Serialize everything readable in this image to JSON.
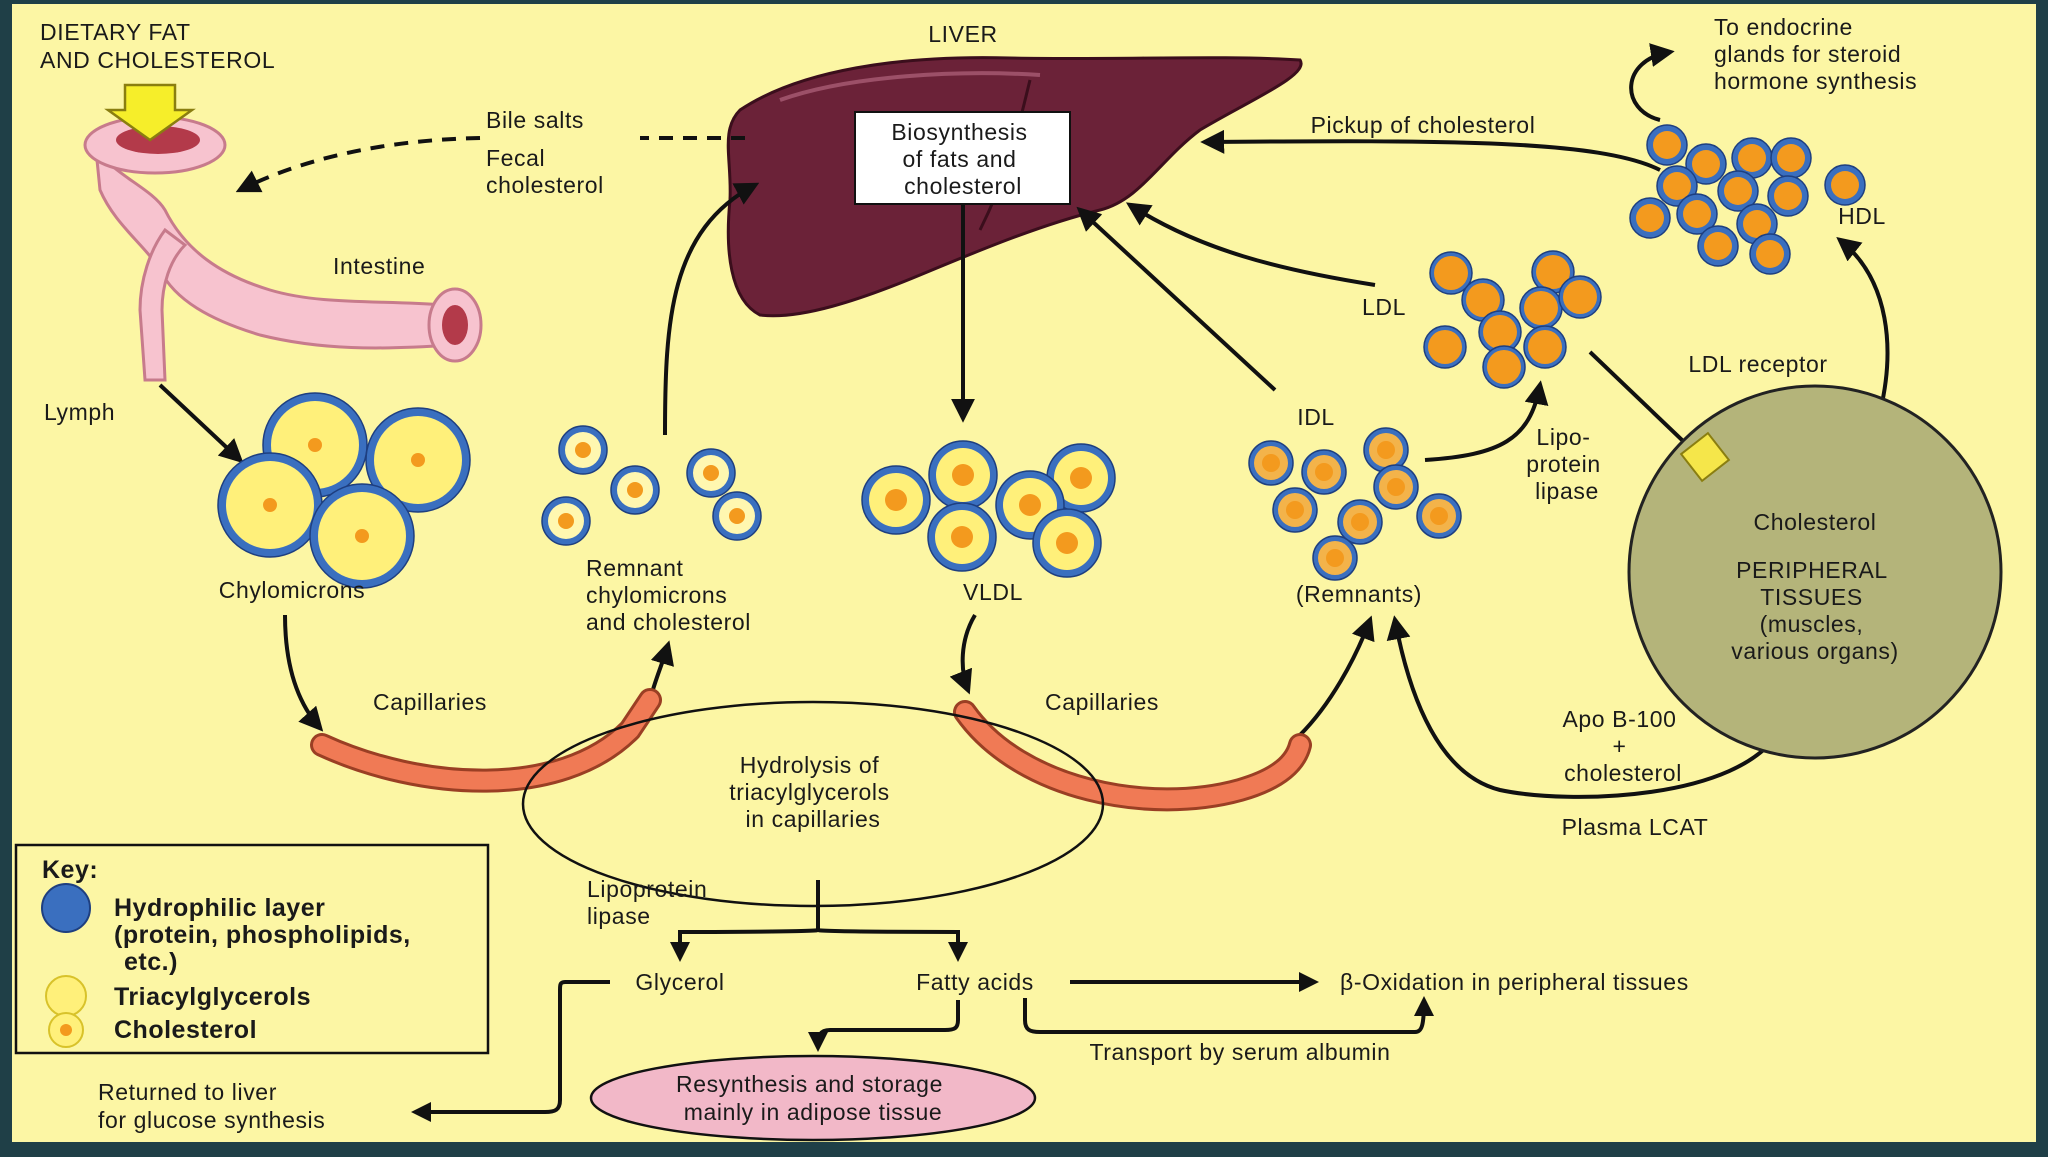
{
  "colors": {
    "background": "#fcf6a4",
    "frame": "#1f3f47",
    "liver": "#6b2238",
    "tube": "#f07a55",
    "hydrophilic_layer": "#3a6fbf",
    "triacylglycerols": "#fff07a",
    "cholesterol": "#f39a1e",
    "peripheral_tissue": "#b4b47a",
    "adipose": "#f2b8c8",
    "ldl_receptor": "#f5e64a"
  },
  "labels": {
    "dietary": [
      "DIETARY FAT",
      "AND CHOLESTEROL"
    ],
    "liver": "LIVER",
    "biosynthesis": [
      "Biosynthesis",
      "of fats and",
      "cholesterol"
    ],
    "bile_salts": "Bile salts",
    "fecal": [
      "Fecal",
      "cholesterol"
    ],
    "intestine": "Intestine",
    "lymph": "Lymph",
    "chylomicrons": "Chylomicrons",
    "remnant": [
      "Remnant",
      "chylomicrons",
      "and cholesterol"
    ],
    "vldl": "VLDL",
    "idl": "IDL",
    "remnants": "(Remnants)",
    "ldl": "LDL",
    "hdl": "HDL",
    "lipoprotein_lipase_upper": [
      "Lipo-",
      "protein",
      "lipase"
    ],
    "ldl_receptor": "LDL receptor",
    "pickup": "Pickup of cholesterol",
    "endocrine": [
      "To endocrine",
      "glands for steroid",
      "hormone synthesis"
    ],
    "cholesterol_in_tissue": "Cholesterol",
    "peripheral": [
      "PERIPHERAL",
      "TISSUES",
      "(muscles,",
      "various organs)"
    ],
    "capillaries_left": "Capillaries",
    "capillaries_right": "Capillaries",
    "hydrolysis": [
      "Hydrolysis of",
      "triacylglycerols",
      "in capillaries"
    ],
    "apo": [
      "Apo B-100",
      "+",
      "cholesterol"
    ],
    "lcat": "Plasma LCAT",
    "lipoprotein_lipase_lower": [
      "Lipoprotein",
      "lipase"
    ],
    "glycerol": "Glycerol",
    "fatty_acids": "Fatty acids",
    "beta_ox": "β-Oxidation in peripheral tissues",
    "transport": "Transport by serum albumin",
    "returned": [
      "Returned to liver",
      "for glucose synthesis"
    ],
    "resynthesis": [
      "Resynthesis and storage",
      "mainly in adipose tissue"
    ]
  },
  "key": {
    "title": "Key:",
    "hydrophilic": [
      "Hydrophilic layer",
      "(protein, phospholipids,",
      "etc.)"
    ],
    "triacylglycerols": "Triacylglycerols",
    "cholesterol": "Cholesterol"
  }
}
